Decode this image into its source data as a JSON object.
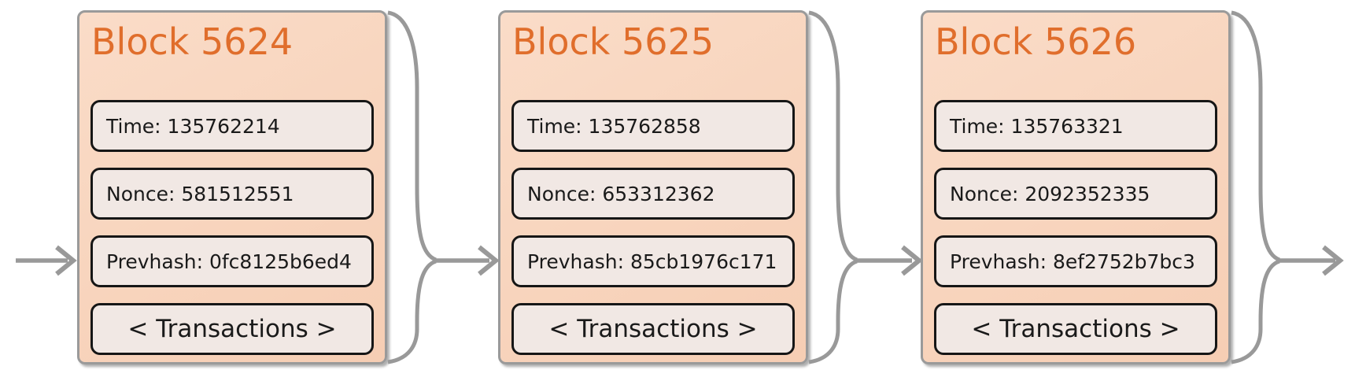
{
  "blocks": [
    {
      "title": "Block 5624",
      "fields": {
        "time": "Time: 135762214",
        "nonce": "Nonce: 581512551",
        "prevhash": "Prevhash: 0fc8125b6ed4"
      },
      "transactions_label": "< Transactions >"
    },
    {
      "title": "Block 5625",
      "fields": {
        "time": "Time: 135762858",
        "nonce": "Nonce: 653312362",
        "prevhash": "Prevhash: 85cb1976c171"
      },
      "transactions_label": "< Transactions >"
    },
    {
      "title": "Block 5626",
      "fields": {
        "time": "Time: 135763321",
        "nonce": "Nonce: 2092352335",
        "prevhash": "Prevhash: 8ef2752b7bc3"
      },
      "transactions_label": "< Transactions >"
    }
  ],
  "colors": {
    "block_fill_top": "#fadcc8",
    "block_fill_bottom": "#f6ceb4",
    "block_border": "#9a9a9a",
    "title_orange": "#e06e2c",
    "field_fill": "#f1e8e4",
    "field_border": "#161616",
    "field_text": "#1a1a1a",
    "connector_gray": "#999999"
  }
}
